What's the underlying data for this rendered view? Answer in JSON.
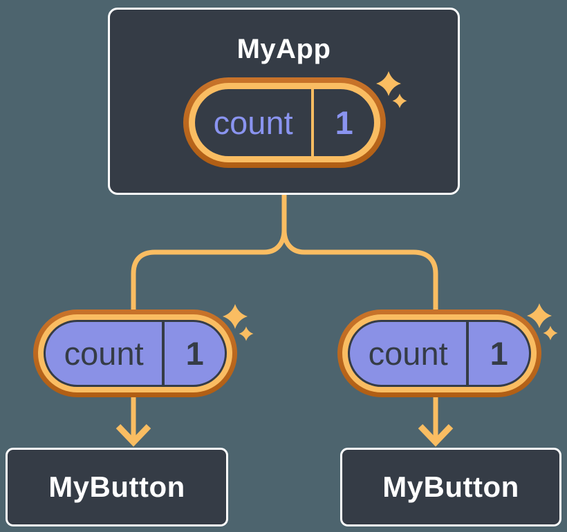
{
  "palette": {
    "background": "#4D646E",
    "node_fill": "#353C46",
    "node_border": "#FFFFFF",
    "node_text": "#FFFFFF",
    "line_orange": "#FABD62",
    "ring_outer_top": "#C8732A",
    "ring_outer_bottom": "#B05E14",
    "ring_inner": "#FABD62",
    "pill_purple": "#8A91E6",
    "pill_text_purple": "#8A94F0",
    "pill_text_dark": "#353C46",
    "sparkle": "#FABD62"
  },
  "root_node": {
    "title": "MyApp",
    "state_pill": {
      "label": "count",
      "value": "1"
    }
  },
  "child_nodes": [
    {
      "title": "MyButton",
      "prop_pill": {
        "label": "count",
        "value": "1"
      }
    },
    {
      "title": "MyButton",
      "prop_pill": {
        "label": "count",
        "value": "1"
      }
    }
  ]
}
